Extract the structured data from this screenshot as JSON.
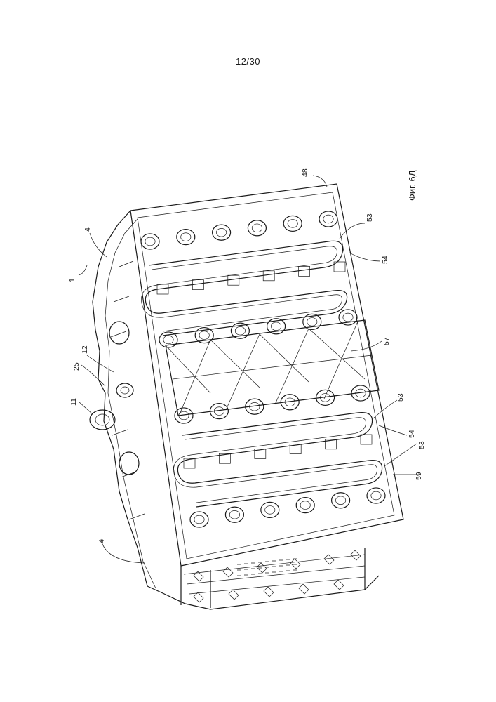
{
  "page_number": "12/30",
  "figure_caption": "Фиг. 6Д",
  "reference_labels": [
    {
      "id": "ref-1",
      "text": "1"
    },
    {
      "id": "ref-4-top",
      "text": "4"
    },
    {
      "id": "ref-4-bottom",
      "text": "4"
    },
    {
      "id": "ref-11",
      "text": "11"
    },
    {
      "id": "ref-25",
      "text": "25"
    },
    {
      "id": "ref-12",
      "text": "12"
    },
    {
      "id": "ref-48",
      "text": "48"
    },
    {
      "id": "ref-53-a",
      "text": "53"
    },
    {
      "id": "ref-54-a",
      "text": "54"
    },
    {
      "id": "ref-57",
      "text": "57"
    },
    {
      "id": "ref-53-b",
      "text": "53"
    },
    {
      "id": "ref-54-b",
      "text": "54"
    },
    {
      "id": "ref-53-c",
      "text": "53"
    },
    {
      "id": "ref-59",
      "text": "59"
    }
  ]
}
